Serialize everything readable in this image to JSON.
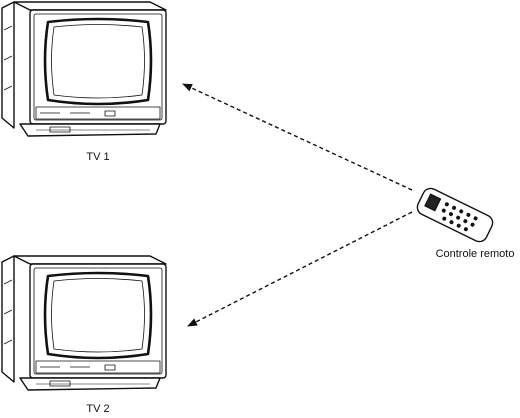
{
  "labels": {
    "tv1": "TV 1",
    "tv2": "TV 2",
    "remote": "Controle remoto"
  },
  "colors": {
    "ink": "#111111",
    "background": "#ffffff"
  },
  "icons": [
    "television-icon",
    "remote-control-icon",
    "arrow-icon"
  ]
}
